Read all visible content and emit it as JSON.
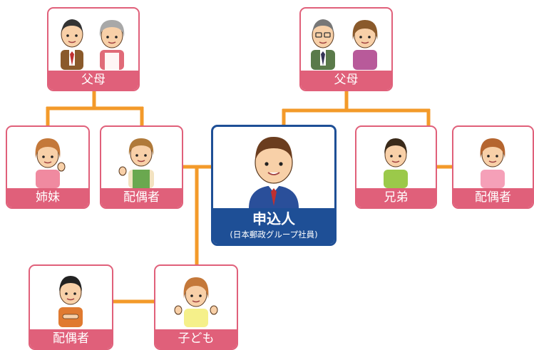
{
  "colors": {
    "card_border": "#e0607a",
    "label_bg": "#e0607a",
    "applicant_color": "#1e4f96",
    "connector": "#f39a2a"
  },
  "nodes": {
    "left_parents": {
      "label": "父母",
      "icons": [
        "father-icon",
        "mother-icon"
      ]
    },
    "right_parents": {
      "label": "父母",
      "icons": [
        "father-icon",
        "mother-icon"
      ]
    },
    "sister": {
      "label": "姉妹",
      "icons": [
        "sister-icon"
      ]
    },
    "left_spouse": {
      "label": "配偶者",
      "icons": [
        "spouse-icon"
      ]
    },
    "applicant": {
      "label": "申込人",
      "sublabel": "(日本郵政グループ社員)",
      "icons": [
        "applicant-icon"
      ]
    },
    "brother": {
      "label": "兄弟",
      "icons": [
        "brother-icon"
      ]
    },
    "right_spouse": {
      "label": "配偶者",
      "icons": [
        "spouse-icon"
      ]
    },
    "bottom_spouse": {
      "label": "配偶者",
      "icons": [
        "spouse-icon"
      ]
    },
    "child": {
      "label": "子ども",
      "icons": [
        "child-icon"
      ]
    }
  }
}
